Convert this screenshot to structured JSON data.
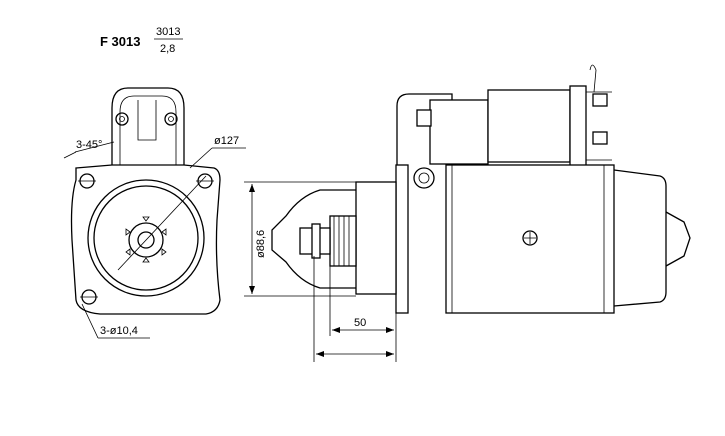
{
  "header": {
    "model": "F 3013",
    "ref_top": "3013",
    "ref_bottom": "2,8"
  },
  "front_view": {
    "chamfer_label": "3-45°",
    "bolt_circle_label": "ø127",
    "holes_label": "3-ø10,4"
  },
  "side_view": {
    "flange_diameter_label": "ø88,6",
    "pinion_offset_label": "50"
  }
}
